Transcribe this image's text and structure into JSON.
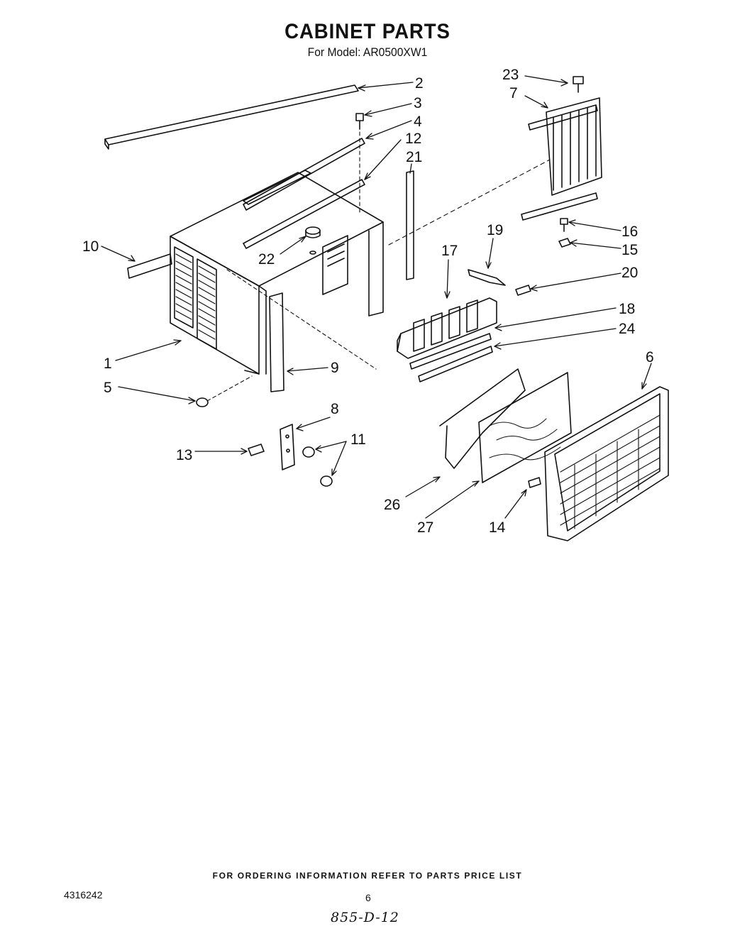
{
  "title": "CABINET PARTS",
  "subtitle": "For Model: AR0500XW1",
  "callouts": [
    "2",
    "3",
    "4",
    "12",
    "21",
    "23",
    "7",
    "10",
    "22",
    "19",
    "17",
    "16",
    "15",
    "20",
    "18",
    "24",
    "1",
    "9",
    "5",
    "6",
    "8",
    "13",
    "11",
    "26",
    "27",
    "14"
  ],
  "footer": {
    "ordering_note": "FOR ORDERING INFORMATION REFER TO PARTS PRICE LIST",
    "document_number": "4316242",
    "page_number": "6",
    "handwritten_code": "855-D-12"
  }
}
